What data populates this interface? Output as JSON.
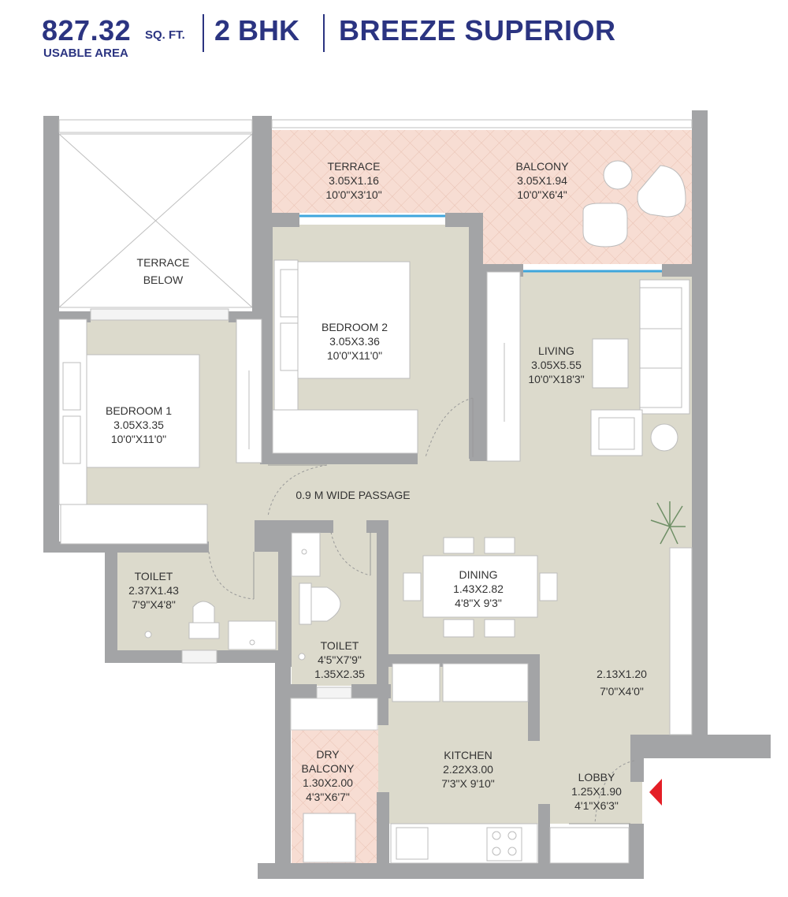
{
  "header": {
    "area_value": "827.32",
    "area_unit": "SQ. FT.",
    "area_caption": "USABLE AREA",
    "bhk": "2 BHK",
    "model": "BREEZE SUPERIOR"
  },
  "rooms": {
    "terrace": {
      "name": "TERRACE",
      "metric": "3.05X1.16",
      "imperial": "10'0\"X3'10\""
    },
    "balcony": {
      "name": "BALCONY",
      "metric": "3.05X1.94",
      "imperial": "10'0\"X6'4\""
    },
    "terrace_below": {
      "line1": "TERRACE",
      "line2": "BELOW"
    },
    "bedroom2": {
      "name": "BEDROOM 2",
      "metric": "3.05X3.36",
      "imperial": "10'0\"X11'0\""
    },
    "living": {
      "name": "LIVING",
      "metric": "3.05X5.55",
      "imperial": "10'0\"X18'3\""
    },
    "bedroom1": {
      "name": "BEDROOM 1",
      "metric": "3.05X3.35",
      "imperial": "10'0\"X11'0\""
    },
    "passage": {
      "name": "0.9 M WIDE PASSAGE"
    },
    "toilet1": {
      "name": "TOILET",
      "metric": "2.37X1.43",
      "imperial": "7'9\"X4'8\""
    },
    "dining": {
      "name": "DINING",
      "metric": "1.43X2.82",
      "imperial": "4'8\"X 9'3\""
    },
    "toilet2": {
      "name": "TOILET",
      "imperial": "4'5\"X7'9\"",
      "metric": "1.35X2.35"
    },
    "foyer": {
      "metric": "2.13X1.20",
      "imperial": "7'0\"X4'0\""
    },
    "dry_balcony": {
      "line1": "DRY",
      "line2": "BALCONY",
      "metric": "1.30X2.00",
      "imperial": "4'3\"X6'7\""
    },
    "kitchen": {
      "name": "KITCHEN",
      "metric": "2.22X3.00",
      "imperial": "7'3\"X 9'10\""
    },
    "lobby": {
      "name": "LOBBY",
      "metric": "1.25X1.90",
      "imperial": "4'1\"X6'3\""
    }
  },
  "colors": {
    "title": "#2b3481",
    "wall": "#a3a4a6",
    "floor": "#dcdacc",
    "deck": "#f7ddd3",
    "glass": "#3fa6dc",
    "entry_arrow": "#e41e26"
  },
  "icons": [
    "entry-arrow-icon",
    "plant-icon",
    "door-swing-icon"
  ]
}
